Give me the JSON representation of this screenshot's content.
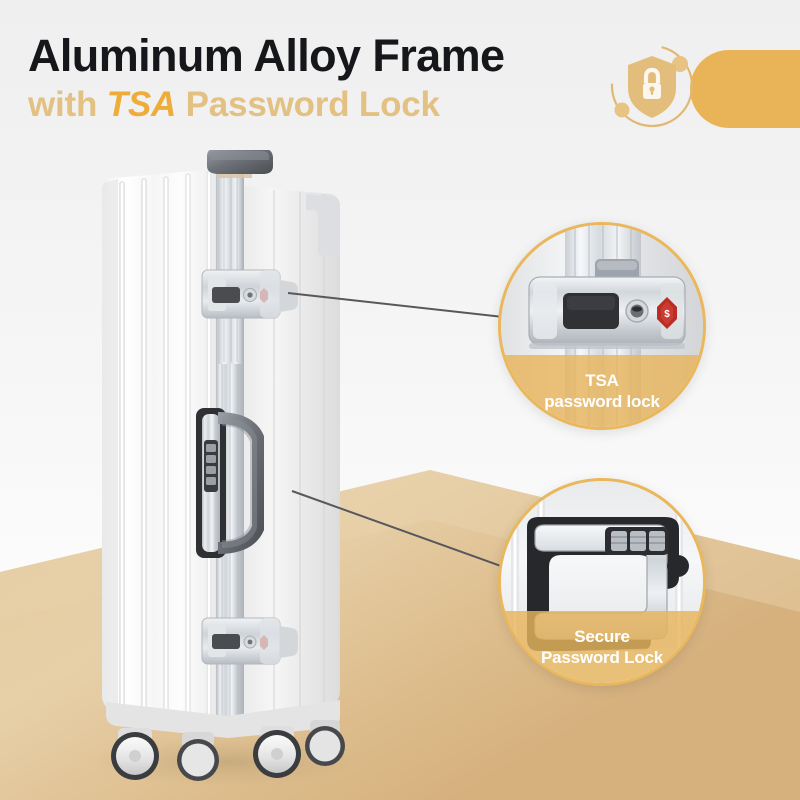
{
  "header": {
    "title_line1": "Aluminum Alloy Frame",
    "title_line2_prefix": "with ",
    "title_line2_highlight": "TSA",
    "title_line2_suffix": " Password Lock",
    "icon_name": "shield-lock-icon",
    "accent_color": "#e9b458",
    "highlight_color": "#eead3a",
    "subtitle_color": "#e3c183",
    "title_color": "#16171a"
  },
  "background": {
    "upper_color": "#f1f1f1",
    "floor_color": "#dcbc8d",
    "floor_color_light": "#e8d0ad"
  },
  "product": {
    "name": "aluminum-frame-suitcase",
    "body_color": "#f4f4f4",
    "frame_color": "#c9cdd2",
    "handle_color": "#5d6066",
    "wheel_count": 4
  },
  "callouts": [
    {
      "name": "callout-tsa-lock",
      "caption_line1": "TSA",
      "caption_line2": "password lock",
      "detail": "tsa-lock-latch-detail",
      "border_color": "#eab75c",
      "caption_bg": "rgba(232,180,93,0.82)"
    },
    {
      "name": "callout-secure-password-lock",
      "caption_line1": "Secure",
      "caption_line2": "Password Lock",
      "detail": "carry-handle-combination-lock-detail",
      "border_color": "#eab75c",
      "caption_bg": "rgba(232,180,93,0.82)"
    }
  ],
  "leader_lines": {
    "color": "#57585c",
    "count": 2
  }
}
